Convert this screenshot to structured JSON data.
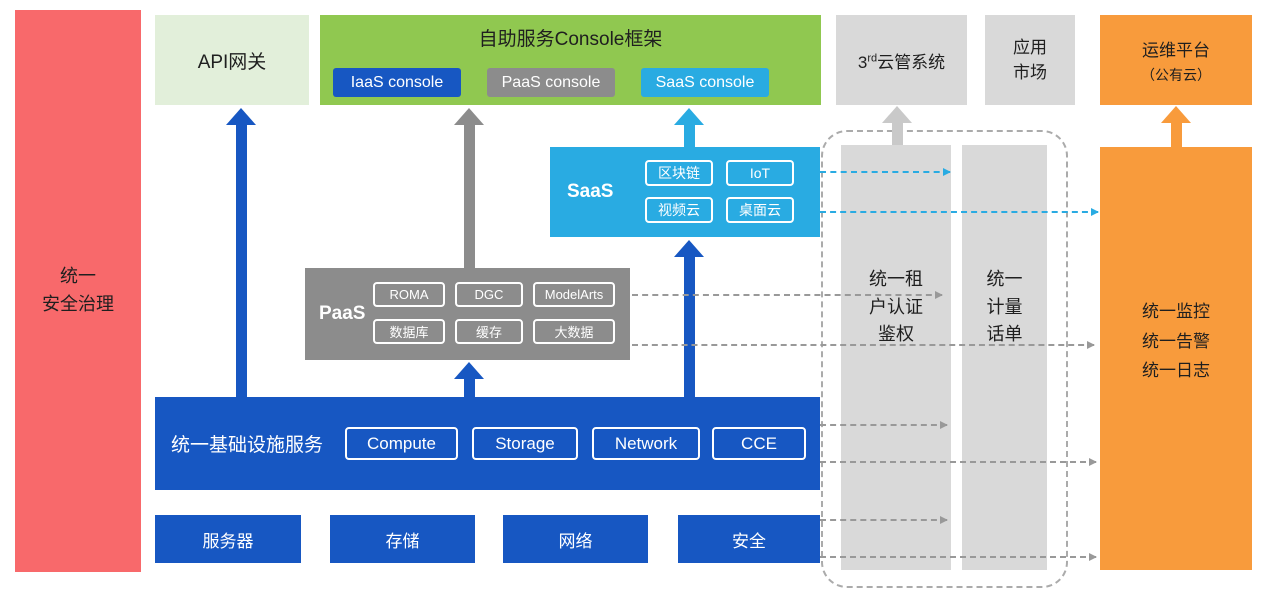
{
  "colors": {
    "red": "#f8696b",
    "light-green": "#e2efda",
    "green": "#90c850",
    "blue": "#1757c2",
    "gray": "#8c8c8c",
    "cyan": "#29abe2",
    "light-gray": "#d9d9d9",
    "orange": "#f89b3c",
    "arrow-gray": "#c9c9c9",
    "dash-gray": "#999999",
    "text-dark": "#1f1f1f"
  },
  "security_bar": {
    "label": "统一\n安全治理"
  },
  "top_row": {
    "api_gateway": {
      "label": "API网关"
    },
    "console_frame": {
      "title": "自助服务Console框架",
      "consoles": [
        {
          "label": "IaaS console"
        },
        {
          "label": "PaaS console"
        },
        {
          "label": "SaaS console"
        }
      ]
    },
    "third_party_cloud": {
      "prefix": "3",
      "sup": "rd",
      "suffix": "云管系统"
    },
    "app_market": {
      "label": "应用\n市场"
    },
    "om_platform": {
      "line1": "运维平台",
      "line2": "（公有云）"
    }
  },
  "saas": {
    "label": "SaaS",
    "items": [
      "区块链",
      "IoT",
      "视频云",
      "桌面云"
    ]
  },
  "paas": {
    "label": "PaaS",
    "items": [
      "ROMA",
      "DGC",
      "ModelArts",
      "数据库",
      "缓存",
      "大数据"
    ]
  },
  "infrastructure": {
    "label": "统一基础设施服务",
    "items": [
      "Compute",
      "Storage",
      "Network",
      "CCE"
    ]
  },
  "resource_row": [
    "服务器",
    "存储",
    "网络",
    "安全"
  ],
  "right_panel": {
    "tenant_auth": {
      "label": "统一租\n户认证\n鉴权"
    },
    "metering": {
      "label": "统一\n计量\n话单"
    },
    "monitoring": {
      "label": "统一监控\n统一告警\n统一日志"
    }
  }
}
